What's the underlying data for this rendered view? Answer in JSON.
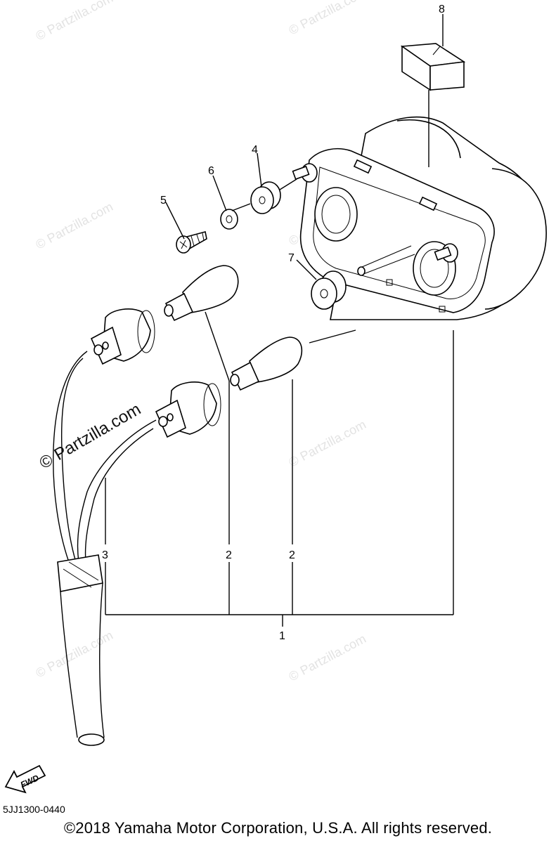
{
  "diagram": {
    "callouts": [
      "1",
      "2",
      "2",
      "3",
      "4",
      "5",
      "6",
      "7",
      "8"
    ],
    "watermark": "© Partzilla.com",
    "fwd_label": "FWD",
    "diagram_code": "5JJ1300-0440",
    "copyright": "©2018  Yamaha Motor Corporation, U.S.A. All rights reserved."
  }
}
